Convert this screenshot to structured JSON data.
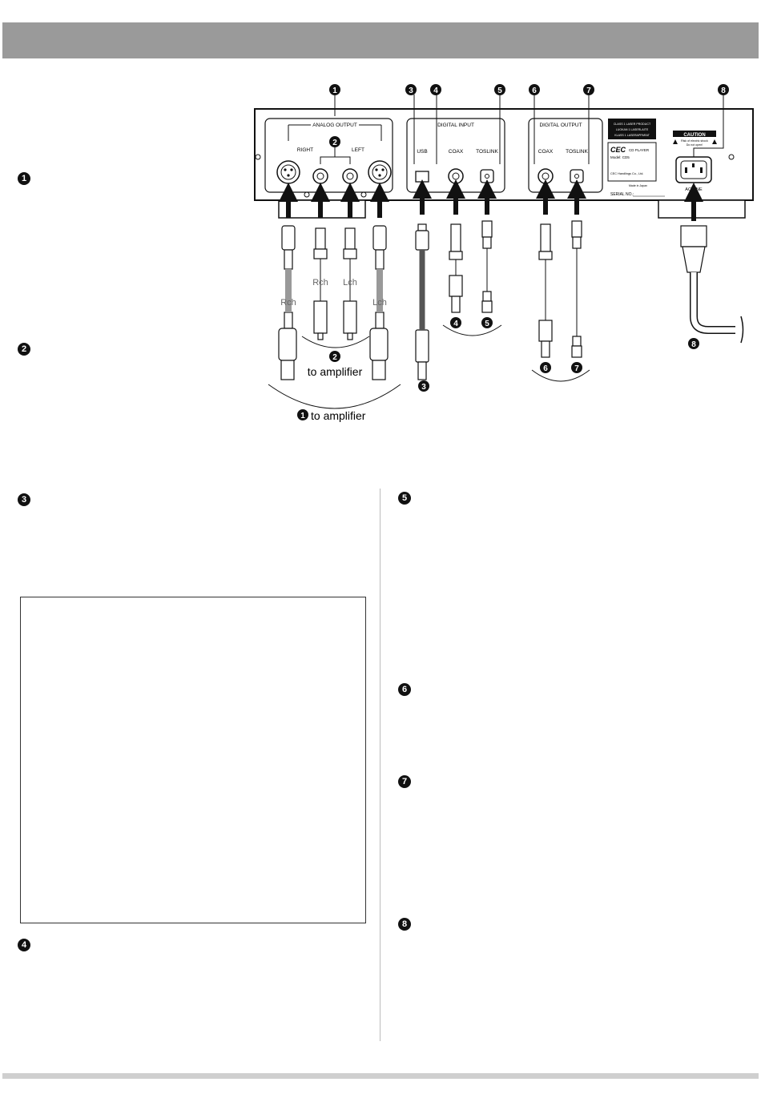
{
  "markers": {
    "m1": "1",
    "m2": "2",
    "m3": "3",
    "m4": "4",
    "m5": "5",
    "m6": "6",
    "m7": "7",
    "m8": "8"
  },
  "diagram": {
    "groups": {
      "analog_output": "ANALOG OUTPUT",
      "digital_input": "DIGITAL INPUT",
      "digital_output": "DIGITAL OUTPUT"
    },
    "jacks": {
      "right": "RIGHT",
      "left": "LEFT",
      "usb": "USB",
      "coax_in": "COAX",
      "toslink_in": "TOSLINK",
      "coax_out": "COAX",
      "toslink_out": "TOSLINK",
      "ac_line": "AC LINE"
    },
    "label_plate": {
      "laser1": "CLASS 1 LASER PRODUCT",
      "laser2": "LUOKAN 1 LASERLAITE",
      "laser3": "KLASS 1 LASERAPPARAT",
      "brand": "CEC",
      "product": "CD PLAYER",
      "model": "Model: CD5",
      "company": "CEC Handlings Co., Ltd.",
      "made_in": "Made in Japan",
      "serial": "SERIAL NO.:"
    },
    "caution": {
      "title": "CAUTION",
      "line1": "Risk of electric shock",
      "line2": "Do not open!"
    },
    "cables": {
      "rch_xlr": "Rch",
      "rch_rca": "Rch",
      "lch_rca": "Lch",
      "lch_xlr": "Lch"
    },
    "captions": {
      "to_amplifier_2": "to amplifier",
      "to_amplifier_1": "to amplifier"
    }
  }
}
